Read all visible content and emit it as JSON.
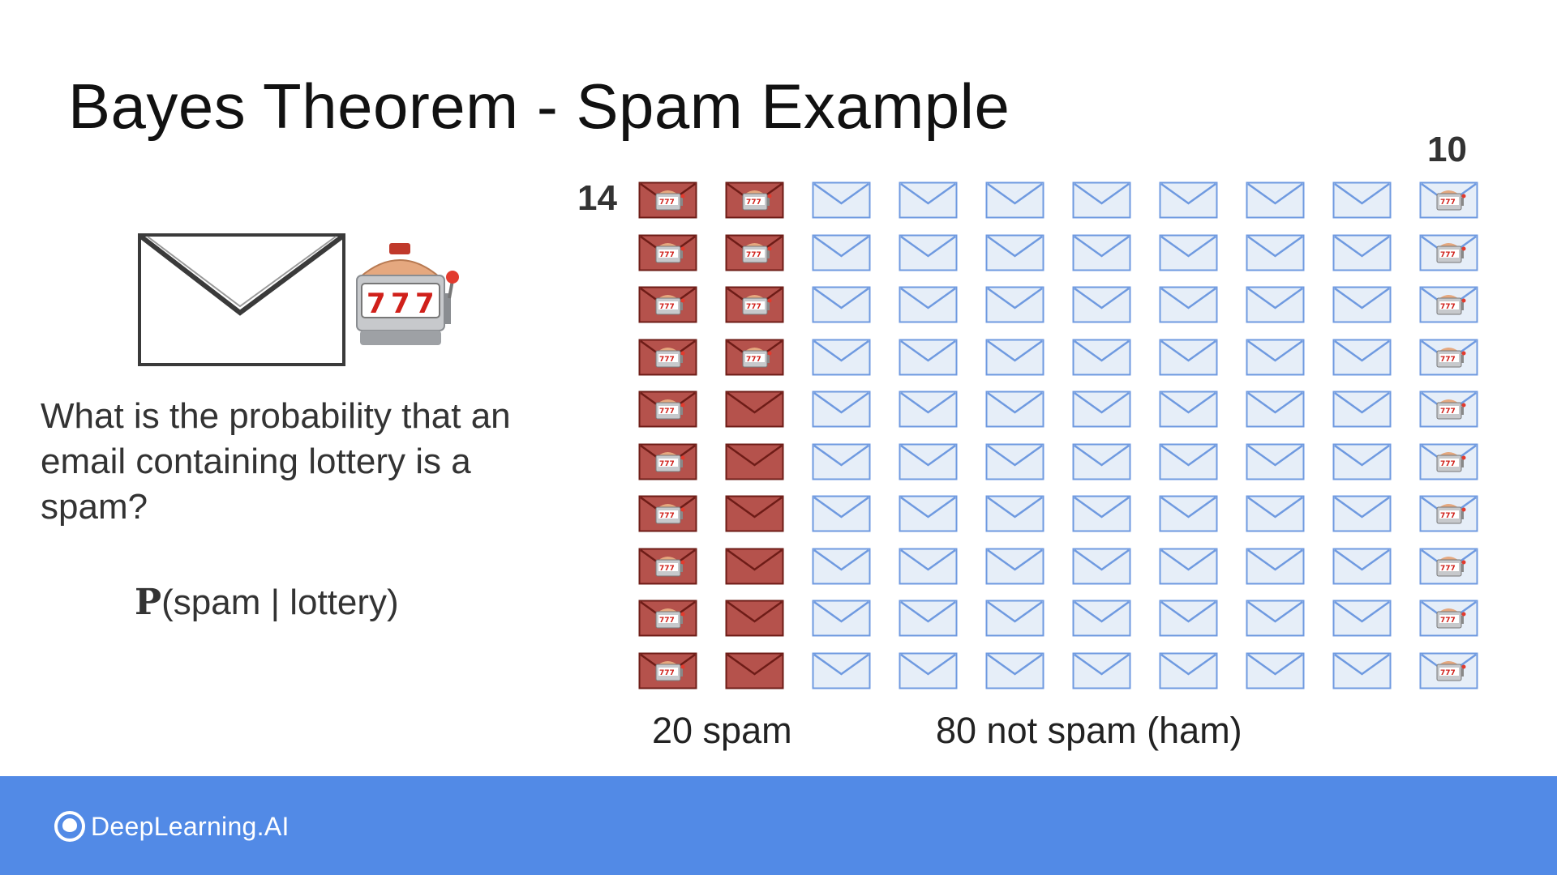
{
  "slide": {
    "title": "Bayes Theorem - Spam Example",
    "count_left": "14",
    "count_right": "10",
    "question": "What is the probability that an email containing lottery is a spam?",
    "formula_p": "P",
    "formula_rest": "(spam | lottery)",
    "label_spam": "20 spam",
    "label_ham": "80 not spam (ham)",
    "brand": "DeepLearning.AI"
  },
  "grid": {
    "columns": 10,
    "rows": 10,
    "spam_columns": 2,
    "spam_total": 20,
    "ham_total": 80,
    "spam_with_lottery": 14,
    "ham_with_lottery": 10,
    "lottery_column_for_ham": 10
  },
  "icons": [
    "envelope-icon",
    "slot-machine-icon",
    "deeplearning-logo-icon"
  ],
  "colors": {
    "spam_fill": "#b5524c",
    "spam_line": "#6e1c17",
    "ham_fill": "#e6eef8",
    "ham_line": "#6f9ae0",
    "footer": "#528ae6"
  }
}
